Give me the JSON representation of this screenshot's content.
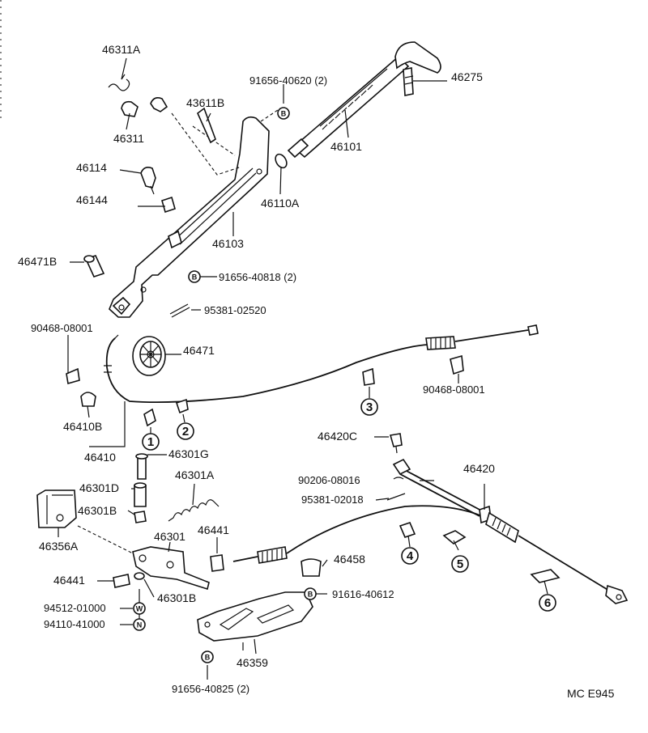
{
  "diagram": {
    "corner_code": "MC  E945",
    "callouts": {
      "c1": "1",
      "c2": "2",
      "c3": "3",
      "c4": "4",
      "c5": "5",
      "c6": "6",
      "b": "B",
      "w": "W",
      "n": "N"
    },
    "labels": {
      "p46311A": "46311A",
      "p46311": "46311",
      "p43611B": "43611B",
      "p91656_40620": "91656-40620 (2)",
      "p46275": "46275",
      "p46101": "46101",
      "p46114": "46114",
      "p46144": "46144",
      "p46110A": "46110A",
      "p46103": "46103",
      "p46471B": "46471B",
      "p91656_40818": "91656-40818 (2)",
      "p95381_02520": "95381-02520",
      "p90468_08001_l": "90468-08001",
      "p46471": "46471",
      "p90468_08001_r": "90468-08001",
      "p46410B": "46410B",
      "p46410": "46410",
      "p46420C": "46420C",
      "p46301G": "46301G",
      "p46301A": "46301A",
      "p46420": "46420",
      "p46301D": "46301D",
      "p90206_08016": "90206-08016",
      "p46301B_a": "46301B",
      "p95381_02018": "95381-02018",
      "p46356A": "46356A",
      "p46301": "46301",
      "p46441_r": "46441",
      "p46458": "46458",
      "p46441_l": "46441",
      "p46301B_b": "46301B",
      "p91616_40612": "91616-40612",
      "p94512_01000": "94512-01000",
      "p94110_41000": "94110-41000",
      "p46359": "46359",
      "p91656_40825": "91656-40825 (2)"
    }
  }
}
